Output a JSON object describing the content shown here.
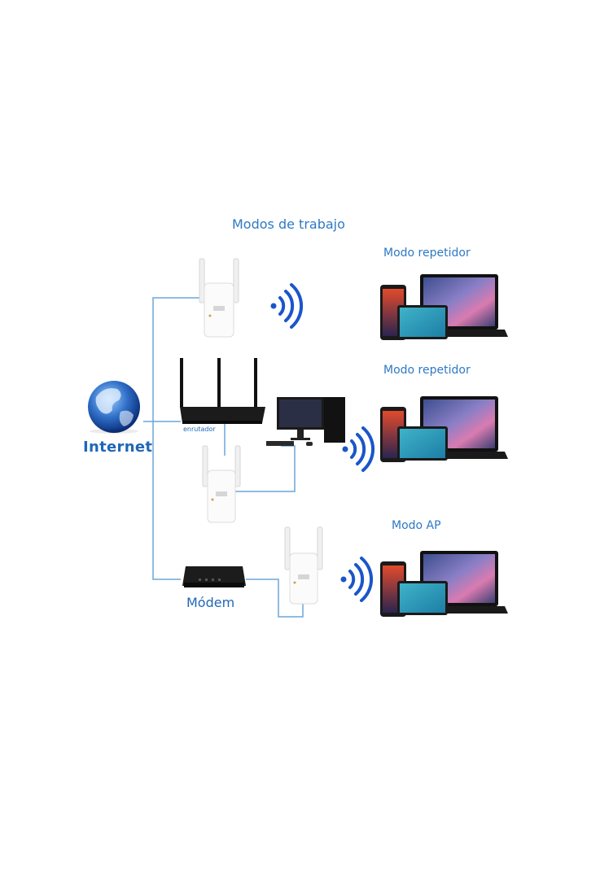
{
  "diagram": {
    "title": "Modos de trabajo",
    "modes": [
      {
        "label": "Modo repetidor"
      },
      {
        "label": "Modo repetidor"
      },
      {
        "label": "Modo AP"
      }
    ],
    "internet_label": "Internet",
    "router_label": "enrutador",
    "modem_label": "Módem",
    "colors": {
      "text_blue": "#2e79c4",
      "line_blue": "#6aa6db",
      "wifi_blue": "#1a56c9"
    }
  }
}
